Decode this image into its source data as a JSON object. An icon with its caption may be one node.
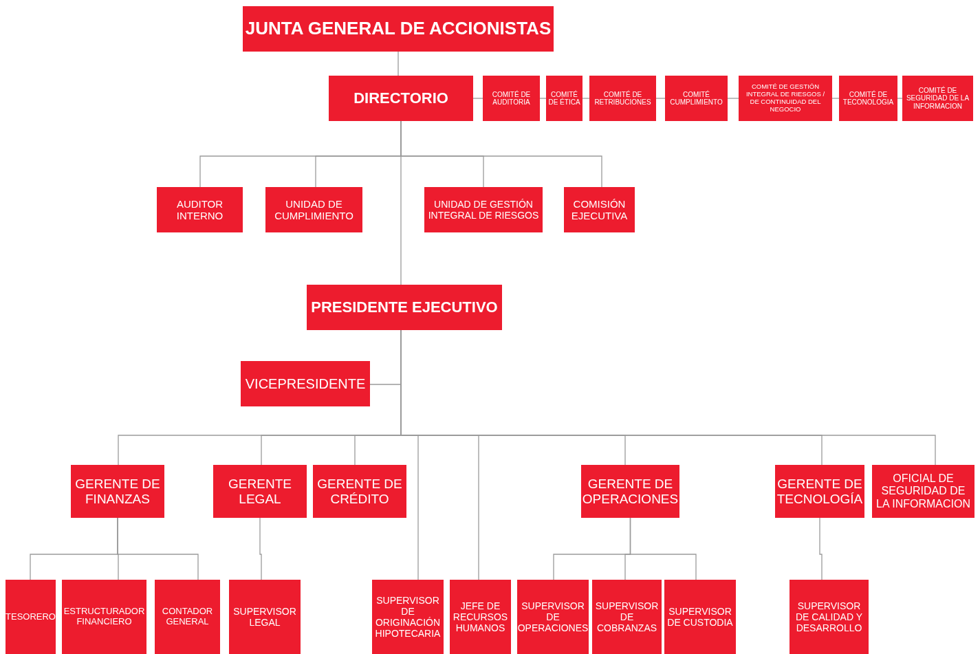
{
  "diagram": {
    "nodes": [
      {
        "text": [
          "JUNTA GENERAL DE ACCIONISTAS"
        ]
      },
      {
        "text": [
          "DIRECTORIO"
        ]
      },
      {
        "text": [
          "COMITÉ DE AUDITORIA"
        ]
      },
      {
        "text": [
          "COMITÉ DE ÉTICA"
        ]
      },
      {
        "text": [
          "COMITÉ DE RETRIBUCIONES"
        ]
      },
      {
        "text": [
          "COMITÉ CUMPLIMIENTO"
        ]
      },
      {
        "text": [
          "COMITÉ DE GESTIÓN INTEGRAL DE RIESGOS / DE CONTINUIDAD DEL NEGOCIO"
        ]
      },
      {
        "text": [
          "COMITÉ DE TECONOLOGIA"
        ]
      },
      {
        "text": [
          "COMITÉ DE SEGURIDAD DE LA INFORMACION"
        ]
      },
      {
        "text": [
          "AUDITOR INTERNO"
        ]
      },
      {
        "text": [
          "UNIDAD DE CUMPLIMIENTO"
        ]
      },
      {
        "text": [
          "UNIDAD DE GESTIÓN INTEGRAL DE RIESGOS"
        ]
      },
      {
        "text": [
          "COMISIÓN EJECUTIVA"
        ]
      },
      {
        "text": [
          "PRESIDENTE EJECUTIVO"
        ]
      },
      {
        "text": [
          "VICEPRESIDENTE"
        ]
      },
      {
        "text": [
          "GERENTE DE FINANZAS"
        ]
      },
      {
        "text": [
          "GERENTE LEGAL"
        ]
      },
      {
        "text": [
          "GERENTE DE CRÉDITO"
        ]
      },
      {
        "text": [
          "GERENTE DE OPERACIONES"
        ]
      },
      {
        "text": [
          "GERENTE DE TECNOLOGÍA"
        ]
      },
      {
        "text": [
          "OFICIAL DE SEGURIDAD DE LA INFORMACION"
        ]
      },
      {
        "text": [
          "TESORERO"
        ]
      },
      {
        "text": [
          "ESTRUCTURADOR FINANCIERO"
        ]
      },
      {
        "text": [
          "CONTADOR GENERAL"
        ]
      },
      {
        "text": [
          "SUPERVISOR LEGAL"
        ]
      },
      {
        "text": [
          "SUPERVISOR DE ORIGINACIÓN HIPOTECARIA"
        ]
      },
      {
        "text": [
          "JEFE DE RECURSOS HUMANOS"
        ]
      },
      {
        "text": [
          "SUPERVISOR DE OPERACIONES"
        ]
      },
      {
        "text": [
          "SUPERVISOR DE COBRANZAS"
        ]
      },
      {
        "text": [
          "SUPERVISOR DE CUSTODIA"
        ]
      },
      {
        "text": [
          "SUPERVISOR DE CALIDAD Y DESARROLLO"
        ]
      }
    ],
    "edges": [
      {
        "from": 0,
        "to": 1,
        "arrow": "none"
      },
      {
        "from": 1,
        "to": 2,
        "arrow": "none"
      },
      {
        "from": 2,
        "to": 3,
        "arrow": "none"
      },
      {
        "from": 3,
        "to": 4,
        "arrow": "none"
      },
      {
        "from": 4,
        "to": 5,
        "arrow": "none"
      },
      {
        "from": 5,
        "to": 6,
        "arrow": "none"
      },
      {
        "from": 6,
        "to": 7,
        "arrow": "none"
      },
      {
        "from": 7,
        "to": 8,
        "arrow": "none"
      },
      {
        "from": 1,
        "to": 9,
        "arrow": "none"
      },
      {
        "from": 1,
        "to": 10,
        "arrow": "none"
      },
      {
        "from": 1,
        "to": 11,
        "arrow": "none"
      },
      {
        "from": 1,
        "to": 12,
        "arrow": "none"
      },
      {
        "from": 1,
        "to": 13,
        "arrow": "none"
      },
      {
        "from": 13,
        "to": 14,
        "arrow": "none"
      },
      {
        "from": 13,
        "to": 15,
        "arrow": "none"
      },
      {
        "from": 13,
        "to": 16,
        "arrow": "none"
      },
      {
        "from": 13,
        "to": 17,
        "arrow": "none"
      },
      {
        "from": 13,
        "to": 25,
        "arrow": "none"
      },
      {
        "from": 13,
        "to": 26,
        "arrow": "none"
      },
      {
        "from": 13,
        "to": 18,
        "arrow": "none"
      },
      {
        "from": 13,
        "to": 19,
        "arrow": "none"
      },
      {
        "from": 13,
        "to": 20,
        "arrow": "none"
      },
      {
        "from": 15,
        "to": 21,
        "arrow": "none"
      },
      {
        "from": 15,
        "to": 22,
        "arrow": "none"
      },
      {
        "from": 15,
        "to": 23,
        "arrow": "none"
      },
      {
        "from": 16,
        "to": 24,
        "arrow": "none"
      },
      {
        "from": 18,
        "to": 27,
        "arrow": "none"
      },
      {
        "from": 18,
        "to": 28,
        "arrow": "none"
      },
      {
        "from": 18,
        "to": 29,
        "arrow": "none"
      },
      {
        "from": 19,
        "to": 30,
        "arrow": "none"
      }
    ]
  }
}
